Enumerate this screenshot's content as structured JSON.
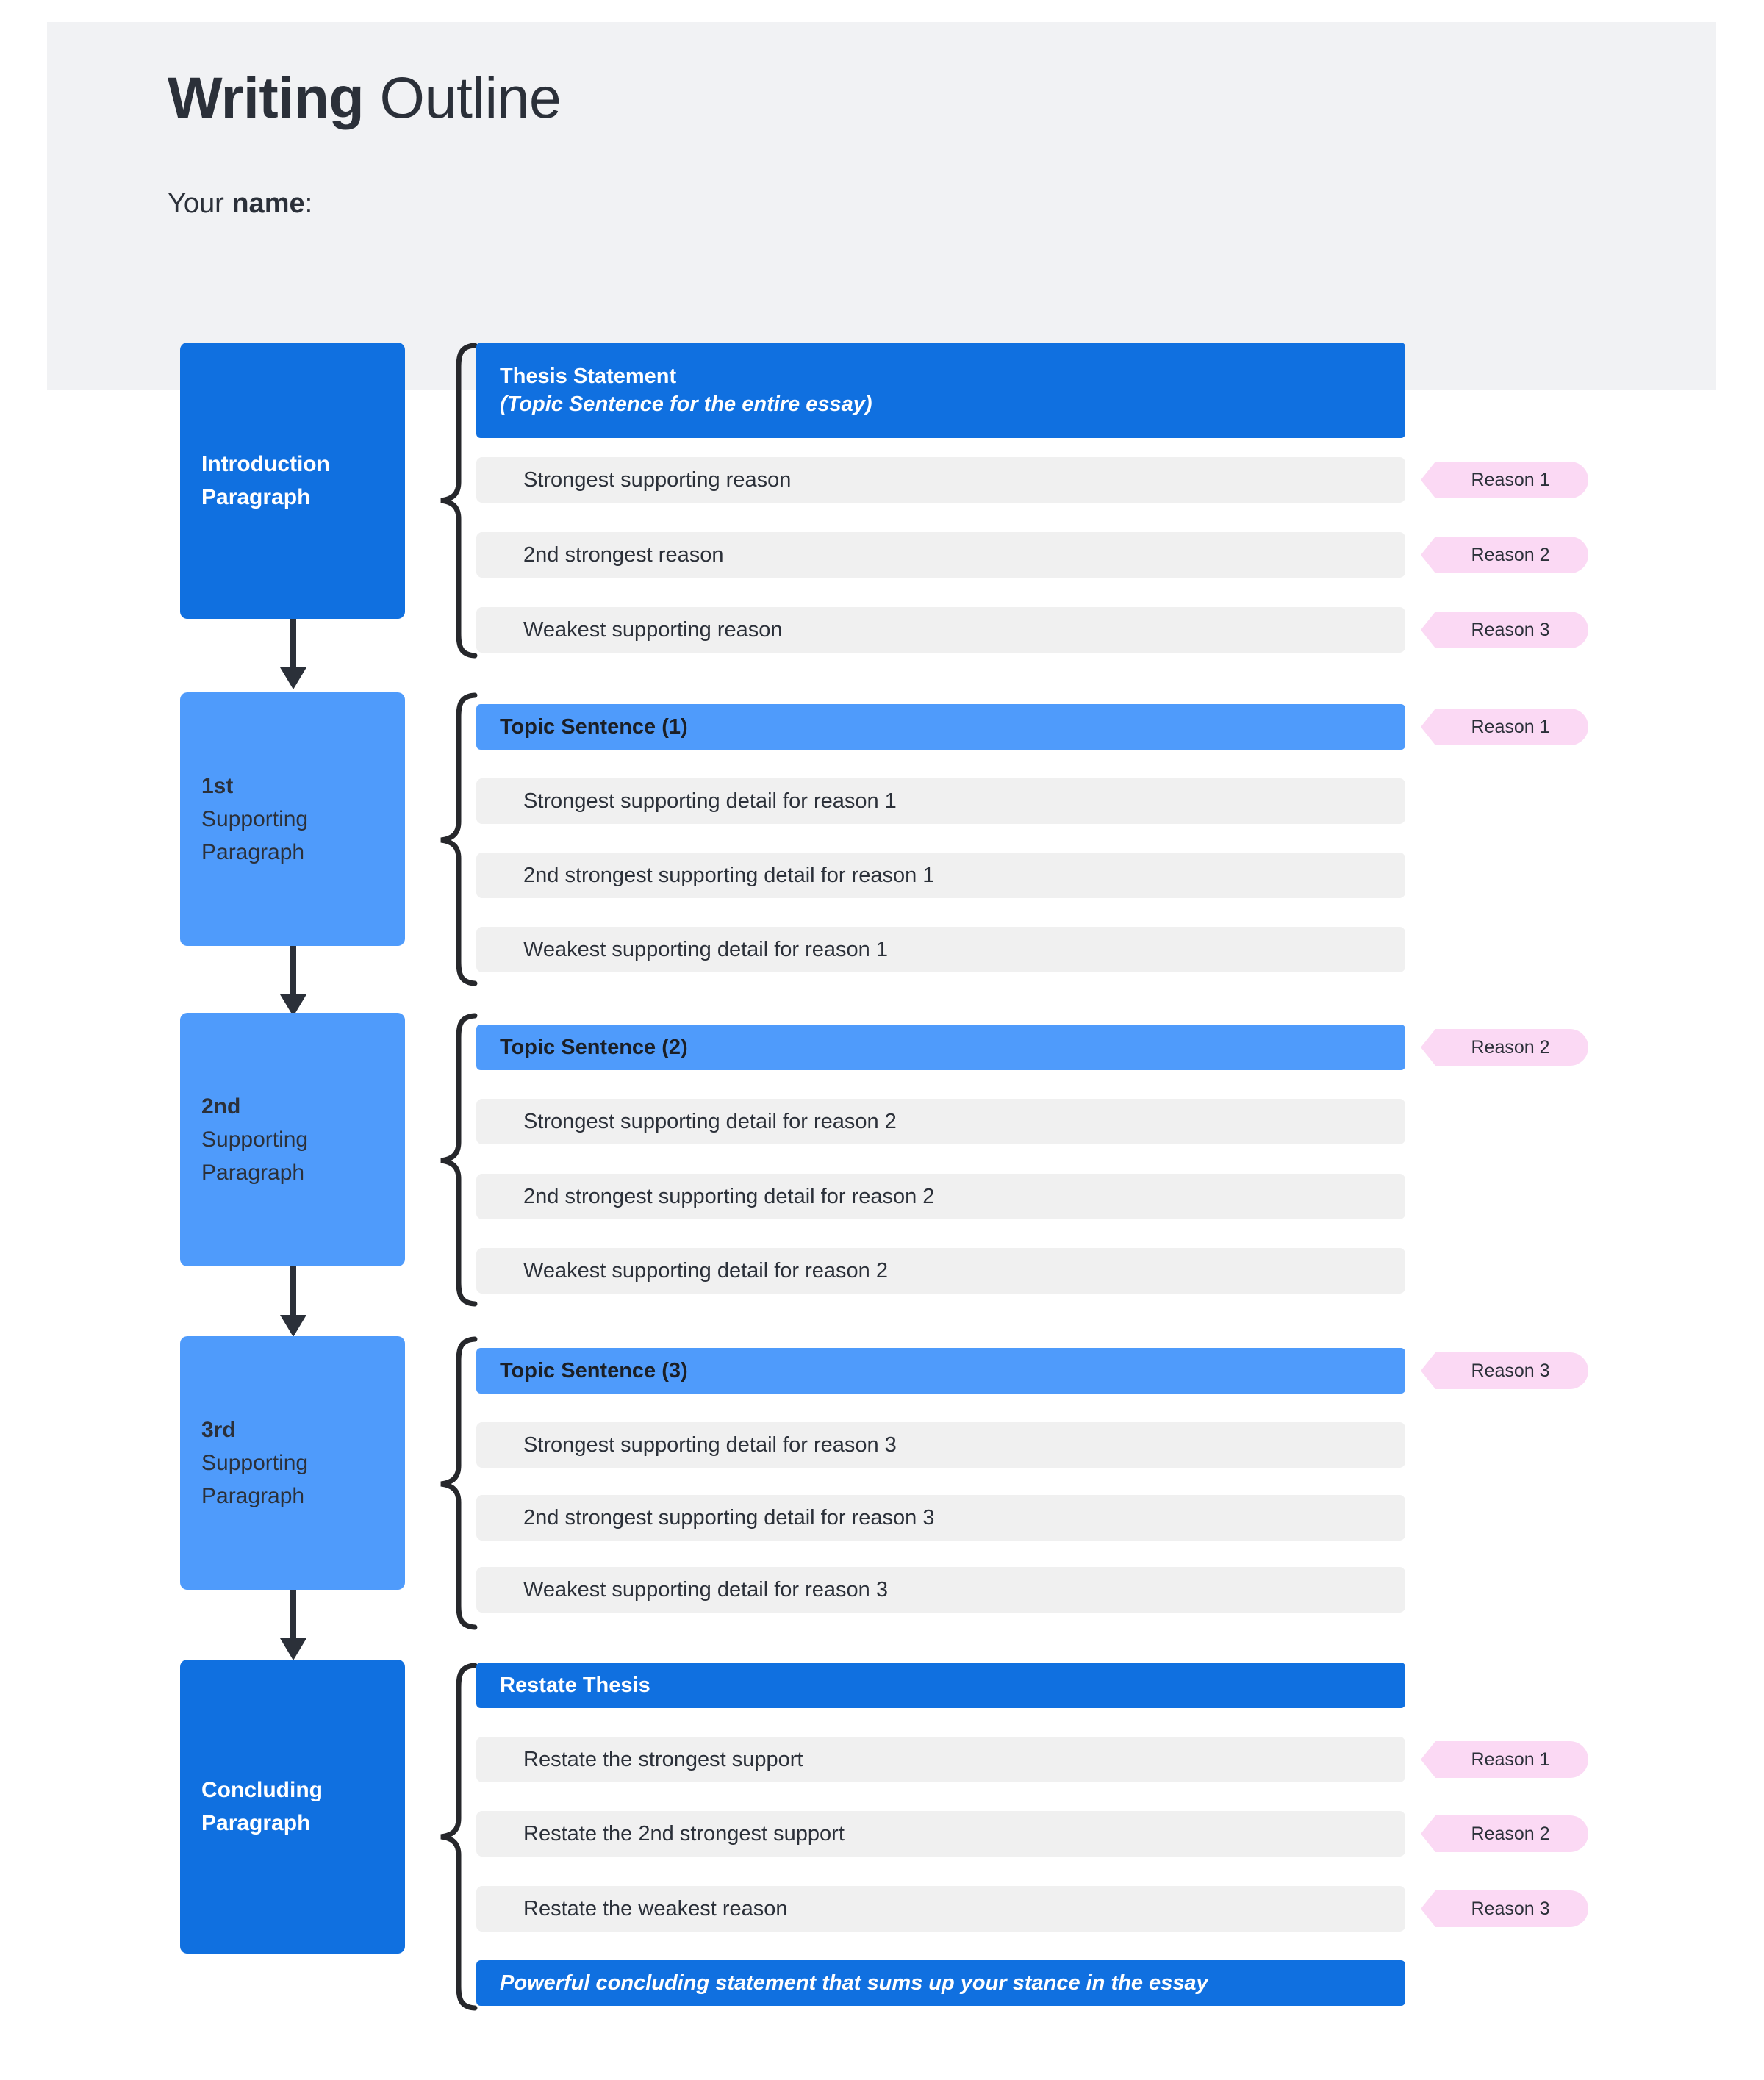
{
  "header": {
    "title_strong": "Writing",
    "title_light": " Outline",
    "name_prefix": "Your ",
    "name_strong": "name",
    "name_suffix": ":"
  },
  "colors": {
    "header_band": "#f1f2f4",
    "blue_dark": "#1070e0",
    "blue_light": "#4f9bfb",
    "gray_bar": "#f0f0f0",
    "pink_tag": "#fbd9f4",
    "ink": "#2b3039"
  },
  "sections": [
    {
      "stage_label": "Introduction\nParagraph",
      "stage_style": "dark",
      "header_bar": {
        "style": "head-dark",
        "title": "Thesis Statement",
        "subtitle": "(Topic Sentence for the entire essay)"
      },
      "rows": [
        {
          "text": "Strongest supporting reason",
          "tag": "Reason 1"
        },
        {
          "text": "2nd strongest reason",
          "tag": "Reason 2"
        },
        {
          "text": "Weakest supporting reason",
          "tag": "Reason 3"
        }
      ],
      "closing_bar": null
    },
    {
      "stage_label_strong": "1st",
      "stage_label_rest": "Supporting\nParagraph",
      "stage_style": "light",
      "header_bar": {
        "style": "head-light",
        "title": "Topic Sentence (1)",
        "subtitle": null,
        "tag": "Reason 1"
      },
      "rows": [
        {
          "text": "Strongest supporting detail for reason 1",
          "tag": null
        },
        {
          "text": "2nd strongest supporting detail for reason 1",
          "tag": null
        },
        {
          "text": "Weakest supporting detail for reason 1",
          "tag": null
        }
      ],
      "closing_bar": null
    },
    {
      "stage_label_strong": "2nd",
      "stage_label_rest": "Supporting\nParagraph",
      "stage_style": "light",
      "header_bar": {
        "style": "head-light",
        "title": "Topic Sentence (2)",
        "subtitle": null,
        "tag": "Reason 2"
      },
      "rows": [
        {
          "text": "Strongest supporting detail for reason 2",
          "tag": null
        },
        {
          "text": "2nd strongest supporting detail for reason 2",
          "tag": null
        },
        {
          "text": "Weakest supporting detail for reason 2",
          "tag": null
        }
      ],
      "closing_bar": null
    },
    {
      "stage_label_strong": "3rd",
      "stage_label_rest": "Supporting\nParagraph",
      "stage_style": "light",
      "header_bar": {
        "style": "head-light",
        "title": "Topic Sentence (3)",
        "subtitle": null,
        "tag": "Reason 3"
      },
      "rows": [
        {
          "text": "Strongest supporting detail for reason 3",
          "tag": null
        },
        {
          "text": "2nd strongest supporting detail for reason 3",
          "tag": null
        },
        {
          "text": "Weakest supporting detail for reason 3",
          "tag": null
        }
      ],
      "closing_bar": null
    },
    {
      "stage_label": "Concluding\nParagraph",
      "stage_style": "dark",
      "header_bar": {
        "style": "head-dark",
        "title": "Restate Thesis",
        "subtitle": null
      },
      "rows": [
        {
          "text": "Restate the strongest support",
          "tag": "Reason 1"
        },
        {
          "text": "Restate the 2nd strongest support",
          "tag": "Reason 2"
        },
        {
          "text": "Restate the weakest reason",
          "tag": "Reason 3"
        }
      ],
      "closing_bar": {
        "text": "Powerful concluding statement that sums up your stance in the essay"
      }
    }
  ]
}
